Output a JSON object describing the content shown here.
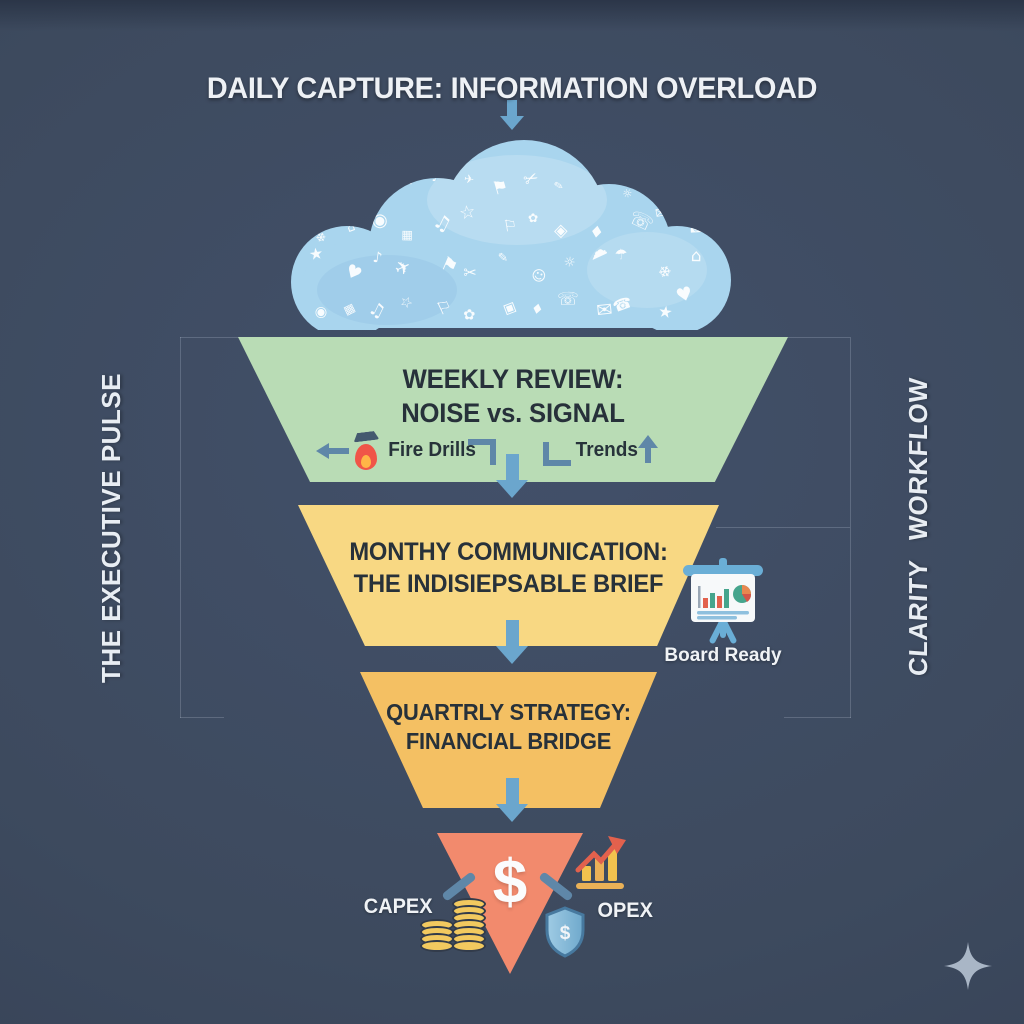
{
  "title": "DAILY CAPTURE: INFORMATION OVERLOAD",
  "side_labels": {
    "left": "THE EXECUTIVE PULSE",
    "right": "CLARITY WORKFLOW"
  },
  "cloud": {
    "icons": [
      "✉",
      "☎",
      "★",
      "♥",
      "♪",
      "✈",
      "⚑",
      "✂",
      "✎",
      "☺",
      "☼",
      "☁",
      "☂",
      "❄",
      "⌂",
      "◉",
      "▦",
      "♫",
      "☆",
      "⚐",
      "✿",
      "◈",
      "♦",
      "☏"
    ]
  },
  "funnel": {
    "stages": [
      {
        "line1": "WEEKLY REVIEW:",
        "line2": "NOISE vs. SIGNAL",
        "annotations": {
          "left": "Fire Drills",
          "right": "Trends"
        }
      },
      {
        "line1": "MONTHY COMMUNICATION:",
        "line2": "THE INDISIEPSABLE BRIEF"
      },
      {
        "line1": "QUARTRLY STRATEGY:",
        "line2": "FINANCIAL BRIDGE"
      }
    ],
    "apex": {
      "symbol": "$",
      "left_label": "CAPEX",
      "right_label": "OPEX",
      "shield_symbol": "$"
    }
  },
  "badges": {
    "board_ready": "Board Ready"
  },
  "colors": {
    "bg": "#3d4a5e",
    "accent-blue": "#6ba6cd",
    "slate": "#5f87a8",
    "cloud": "#a9d5ee",
    "stage-green": "#b9dcb5",
    "stage-yellow": "#f8d883",
    "stage-orange": "#f4c063",
    "apex-salmon": "#f28a6d",
    "coin-gold": "#f2c95f",
    "ink": "#27313a"
  }
}
